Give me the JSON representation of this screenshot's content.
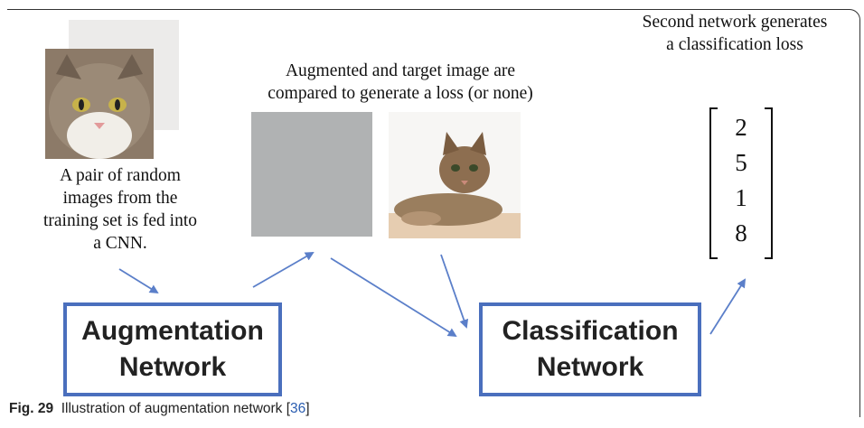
{
  "left_caption": [
    "A pair of random",
    "images from the",
    "training set is fed into",
    "a CNN."
  ],
  "middle_caption": [
    "Augmented and target image are",
    "compared to generate a loss (or none)"
  ],
  "right_caption": [
    "Second network generates",
    "a classification loss"
  ],
  "vector_values": [
    "2",
    "5",
    "1",
    "8"
  ],
  "augmentation_box": {
    "line1": "Augmentation",
    "line2": "Network"
  },
  "classification_box": {
    "line1": "Classification",
    "line2": "Network"
  },
  "figure_caption": {
    "label": "Fig. 29",
    "text": "Illustration of augmentation network [",
    "ref": "36",
    "close": "]"
  },
  "colors": {
    "box_border": "#4a6fbd",
    "arrow": "#5b7fc9",
    "gray_image": "#b0b2b3"
  }
}
